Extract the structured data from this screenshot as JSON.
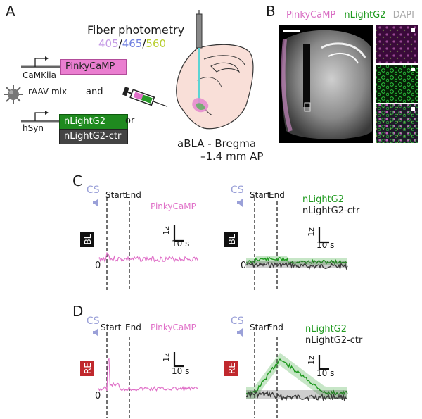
{
  "panel_labels": {
    "a": "A",
    "b": "B",
    "c": "C",
    "d": "D"
  },
  "panel_a": {
    "fiber_photometry": "Fiber photometry",
    "wavelengths": [
      "405",
      "465",
      "560"
    ],
    "wavelength_sep": "/",
    "promoter_1": "CaMKiia",
    "construct_1": "PinkyCaMP",
    "rAAV_mix": "rAAV mix",
    "and_text": "and",
    "promoter_2": "hSyn",
    "construct_2": "nLightG2",
    "or_text": "or",
    "construct_3": "nLightG2-ctr",
    "region_line1": "aBLA - Bregma",
    "region_line2": "–1.4 mm AP"
  },
  "panel_b": {
    "label_pink": "PinkyCaMP",
    "label_green": "nLightG2",
    "label_dapi": "DAPI"
  },
  "traces": {
    "cs": "CS",
    "start": "Start",
    "end": "End",
    "zero": "0",
    "scale_y": "1z",
    "scale_x": "10 s",
    "bl": "BL",
    "re": "RE",
    "pinky": "PinkyCaMP",
    "nlight": "nLightG2",
    "nlight_ctr": "nLightG2-ctr"
  },
  "colors": {
    "violet": "#c59be6",
    "blue": "#6f7fe0",
    "yellowgreen": "#c9e04a",
    "pink": "#e070c8",
    "pink_box": "#ea7ed0",
    "green": "#1f9a1f",
    "dark": "#3c3c3c",
    "cs": "#9aa0d8",
    "bl_bg": "#111111",
    "re_bg": "#c0282d"
  }
}
